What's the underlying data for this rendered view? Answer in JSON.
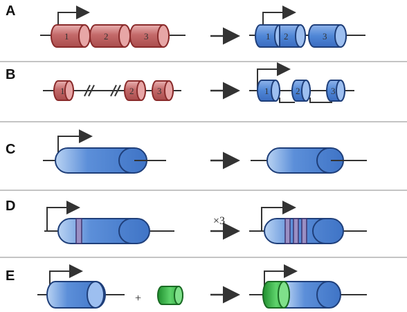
{
  "colors": {
    "red_fill": "#c46a6a",
    "red_stroke": "#8a2b2b",
    "blue_fill": "#4f86d6",
    "blue_stroke": "#1f3f7a",
    "green_fill": "#39b54a",
    "green_stroke": "#1a6b24",
    "band_fill": "#9a8fc4",
    "line": "#333333",
    "separator": "#888888"
  },
  "panels": [
    {
      "label": "A",
      "left_segments": [
        "1",
        "2",
        "3"
      ],
      "right_segments": [
        "1",
        "2",
        "3"
      ]
    },
    {
      "label": "B",
      "left_segments": [
        "1",
        "2",
        "3"
      ],
      "right_segments": [
        "1",
        "2",
        "3"
      ]
    },
    {
      "label": "C"
    },
    {
      "label": "D",
      "multiplier": "×3"
    },
    {
      "label": "E",
      "operator": "+"
    }
  ]
}
